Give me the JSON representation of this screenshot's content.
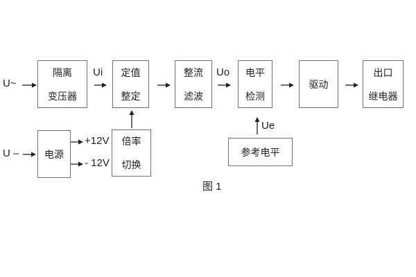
{
  "colors": {
    "background": "#ffffff",
    "box_border": "#6f6f6f",
    "text": "#1f1f1f",
    "arrow": "#1f1f1f"
  },
  "diagram": {
    "caption": "图 1",
    "nodes": {
      "isolation_transformer": {
        "lines": [
          "隔离",
          "变压器"
        ]
      },
      "setting_adjust": {
        "lines": [
          "定值",
          "整定"
        ]
      },
      "rectifier_filter": {
        "lines": [
          "整流",
          "滤波"
        ]
      },
      "level_detect": {
        "lines": [
          "电平",
          "检测"
        ]
      },
      "driver": {
        "lines": [
          "驱动"
        ]
      },
      "output_relay": {
        "lines": [
          "出口",
          "继电器"
        ]
      },
      "power_supply": {
        "lines": [
          "电源"
        ]
      },
      "ratio_switch": {
        "lines": [
          "倍率",
          "切换"
        ]
      },
      "reference_level": {
        "lines": [
          "参考电平"
        ]
      }
    },
    "signal_labels": {
      "ac_input": "U~",
      "dc_input": "U –",
      "ui": "Ui",
      "uo": "Uo",
      "ue": "Ue",
      "plus_12v": "+12V",
      "minus_12v": "- 12V"
    },
    "connections": [
      {
        "from": "ac_input",
        "to": "isolation_transformer",
        "label": ""
      },
      {
        "from": "isolation_transformer",
        "to": "setting_adjust",
        "label": "Ui"
      },
      {
        "from": "setting_adjust",
        "to": "rectifier_filter",
        "label": ""
      },
      {
        "from": "rectifier_filter",
        "to": "level_detect",
        "label": "Uo"
      },
      {
        "from": "level_detect",
        "to": "driver",
        "label": ""
      },
      {
        "from": "driver",
        "to": "output_relay",
        "label": ""
      },
      {
        "from": "dc_input",
        "to": "power_supply",
        "label": ""
      },
      {
        "from": "power_supply",
        "to": "plus_12v_rail",
        "label": "+12V"
      },
      {
        "from": "power_supply",
        "to": "minus_12v_rail",
        "label": "- 12V"
      },
      {
        "from": "ratio_switch",
        "to": "setting_adjust",
        "label": ""
      },
      {
        "from": "reference_level",
        "to": "level_detect",
        "label": "Ue"
      }
    ]
  }
}
